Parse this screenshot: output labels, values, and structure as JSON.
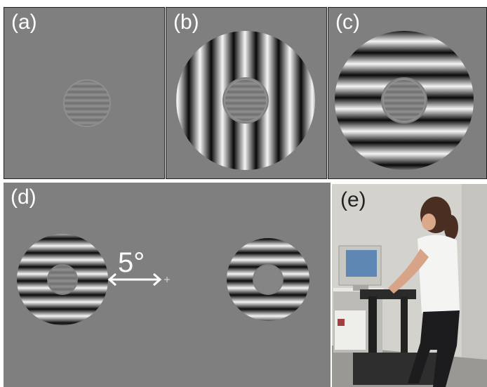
{
  "panels": {
    "a": {
      "label": "(a)"
    },
    "b": {
      "label": "(b)"
    },
    "c": {
      "label": "(c)"
    },
    "d": {
      "label": "(d)",
      "eccentricity_label": "5°"
    },
    "e": {
      "label": "(e)"
    }
  },
  "colors": {
    "background_gray": "#7f7f7f",
    "grating_dark": "#0a0a0a",
    "grating_light": "#f5f5f5",
    "arrow": "#ffffff"
  }
}
